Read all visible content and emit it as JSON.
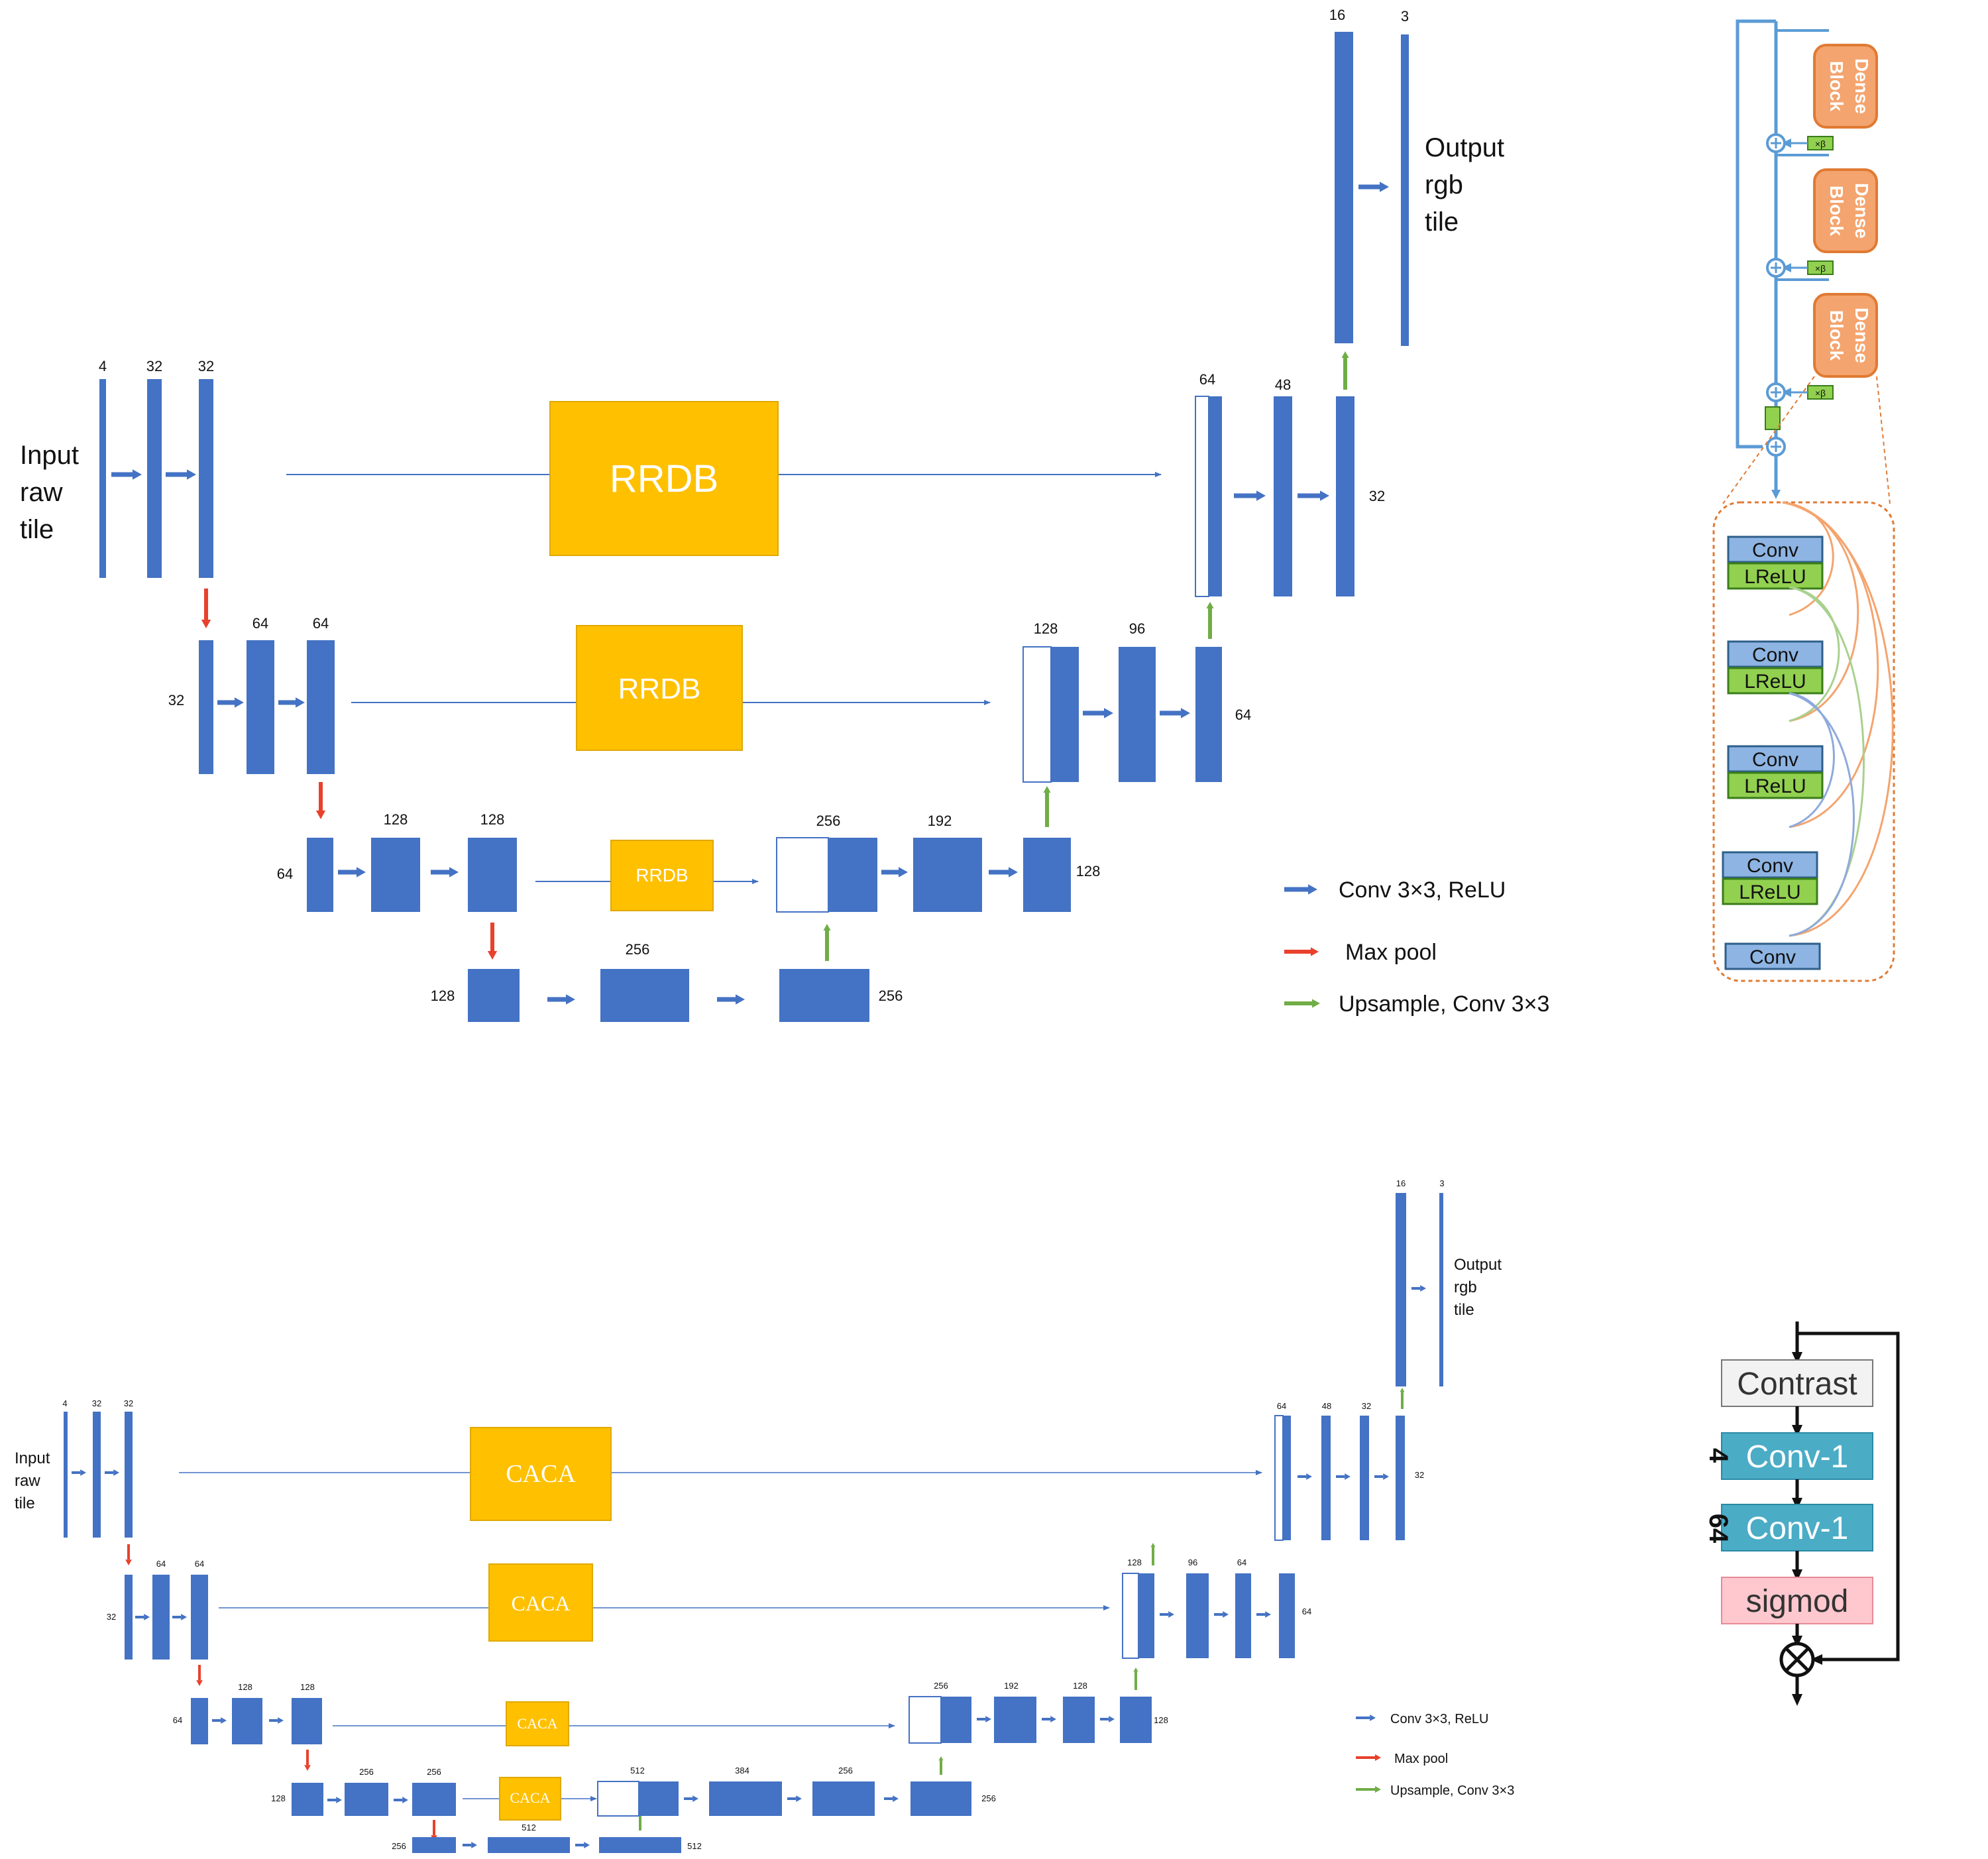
{
  "colors": {
    "block": "#4472C4",
    "block_dark": "#2F5597",
    "module": "#FFC000",
    "module_border": "#E0A800",
    "pool": "#E8412C",
    "upsample": "#70AD47",
    "dense": "#F4A46E",
    "dense_border": "#E07A33",
    "conv_fill": "#8DB4E2",
    "lrelu_fill": "#92D050",
    "contrast_fill": "#F2F2F2",
    "conv1_fill": "#4BACC6",
    "sigmoid_fill": "#FFC7CE",
    "dense_line": "#5B9BD5"
  },
  "top": {
    "input_label": [
      "Input",
      "raw",
      "tile"
    ],
    "output_label": [
      "Output",
      "rgb",
      "tile"
    ],
    "module_label": "RRDB",
    "channels": {
      "l1_a": "4",
      "l1_b": "32",
      "l1_c": "32",
      "l2_a": "32",
      "l2_b": "64",
      "l2_c": "64",
      "l3_a": "64",
      "l3_b": "128",
      "l3_c": "128",
      "l4_a": "128",
      "l4_b": "256",
      "l4_c": "256",
      "d3_a": "256",
      "d3_b": "192",
      "d3_c": "128",
      "d2_a": "128",
      "d2_b": "96",
      "d2_c": "64",
      "d1_a": "64",
      "d1_b": "48",
      "d1_c": "32",
      "out_a": "16",
      "out_b": "3"
    },
    "legend": {
      "conv": "Conv 3×3, ReLU",
      "pool": "Max pool",
      "up": "Upsample, Conv 3×3"
    }
  },
  "rrdb_detail": {
    "dense_block": [
      "Dense",
      "Block"
    ],
    "beta": "×β",
    "conv": "Conv",
    "lrelu": "LReLU"
  },
  "bottom": {
    "input_label": [
      "Input",
      "raw",
      "tile"
    ],
    "output_label": [
      "Output",
      "rgb",
      "tile"
    ],
    "module_label": "CACA",
    "channels": {
      "l1_a": "4",
      "l1_b": "32",
      "l1_c": "32",
      "l2_a": "32",
      "l2_b": "64",
      "l2_c": "64",
      "l3_a": "64",
      "l3_b": "128",
      "l3_c": "128",
      "l4_a": "128",
      "l4_b": "256",
      "l4_c": "256",
      "l5_a": "256",
      "l5_b": "512",
      "l5_c": "512",
      "d4_a": "512",
      "d4_b": "384",
      "d4_c": "256",
      "d4_d": "256",
      "d3_a": "256",
      "d3_b": "192",
      "d3_c": "128",
      "d3_d": "128",
      "d2_a": "128",
      "d2_b": "96",
      "d2_c": "64",
      "d2_d": "64",
      "d1_a": "64",
      "d1_b": "48",
      "d1_c": "32",
      "d1_d": "32",
      "out_a": "16",
      "out_b": "3"
    },
    "legend": {
      "conv": "Conv 3×3, ReLU",
      "pool": "Max pool",
      "up": "Upsample, Conv 3×3"
    }
  },
  "caca_detail": {
    "contrast": "Contrast",
    "conv1": "Conv-1",
    "sigmoid": "sigmod",
    "dim_a": "4",
    "dim_b": "64"
  }
}
